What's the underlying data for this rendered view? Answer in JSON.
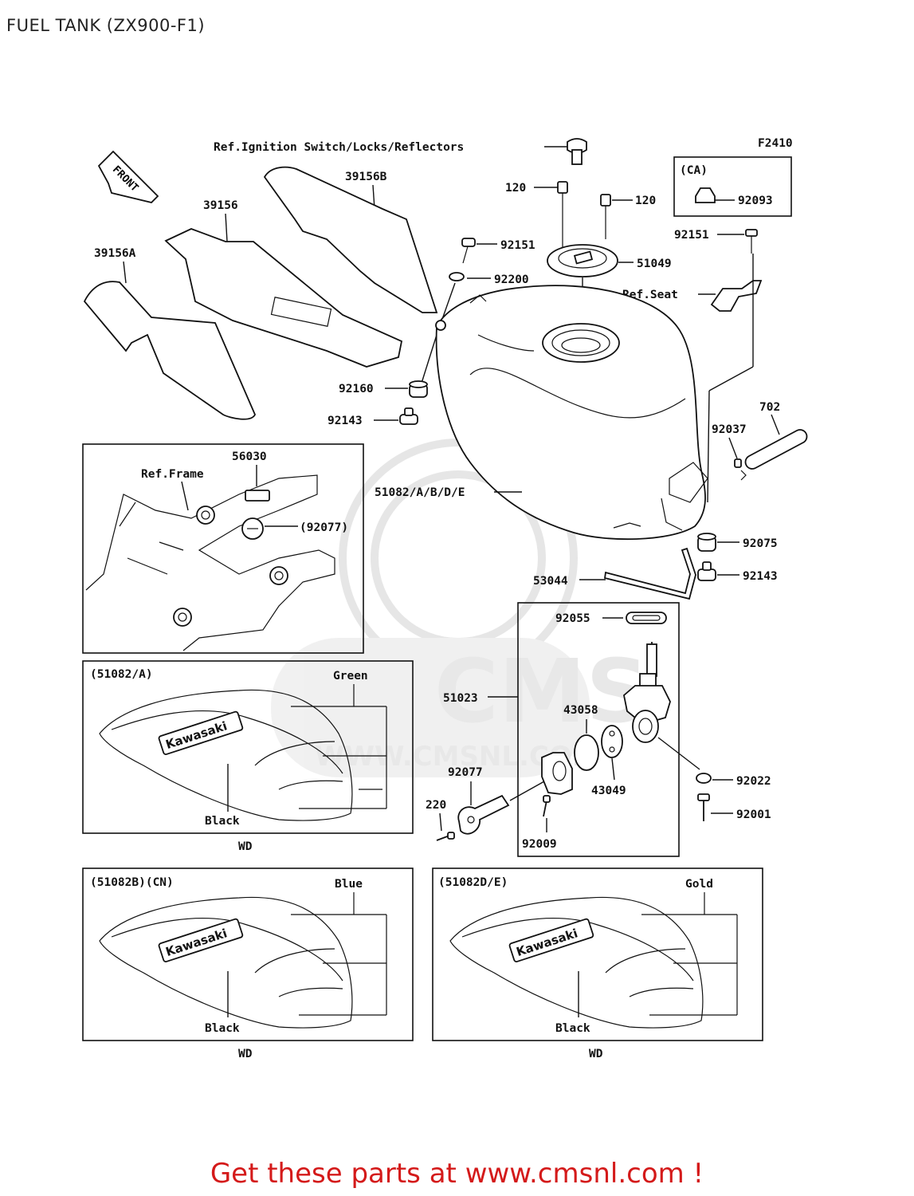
{
  "page": {
    "title": "FUEL TANK (ZX900-F1)",
    "footer_prefix": "Get these parts at ",
    "footer_link": "www.cmsnl.com",
    "footer_suffix": " !"
  },
  "watermark": {
    "brand": "CMS",
    "url": "WWW.CMSNL.COM"
  },
  "diagram": {
    "figure_code": "F2410",
    "front_marker": "FRONT",
    "ref_labels": {
      "ignition": "Ref.Ignition Switch/Locks/Reflectors",
      "seat": "Ref.Seat",
      "frame": "Ref.Frame"
    },
    "ca_box_label": "(CA)",
    "parts": {
      "p39156B": "39156B",
      "p39156": "39156",
      "p39156A": "39156A",
      "p120a": "120",
      "p120b": "120",
      "p92093": "92093",
      "p92151a": "92151",
      "p92151b": "92151",
      "p51049": "51049",
      "p92200": "92200",
      "p92160": "92160",
      "p92143a": "92143",
      "p92143b": "92143",
      "p702": "702",
      "p92037": "92037",
      "p56030": "56030",
      "p92077_ref": "(92077)",
      "p51082": "51082/A/B/D/E",
      "p92075": "92075",
      "p53044": "53044",
      "p92055": "92055",
      "p51023": "51023",
      "p43058": "43058",
      "p43049": "43049",
      "p92077": "92077",
      "p220": "220",
      "p92009": "92009",
      "p92022": "92022",
      "p92001": "92001"
    },
    "variants": [
      {
        "code": "(51082/A)",
        "upper_color": "Green",
        "lower_color": "Black",
        "note": "WD"
      },
      {
        "code": "(51082B)(CN)",
        "upper_color": "Blue",
        "lower_color": "Black",
        "note": "WD"
      },
      {
        "code": "(51082D/E)",
        "upper_color": "Gold",
        "lower_color": "Black",
        "note": "WD"
      }
    ],
    "logo_text": "Kawasaki"
  }
}
